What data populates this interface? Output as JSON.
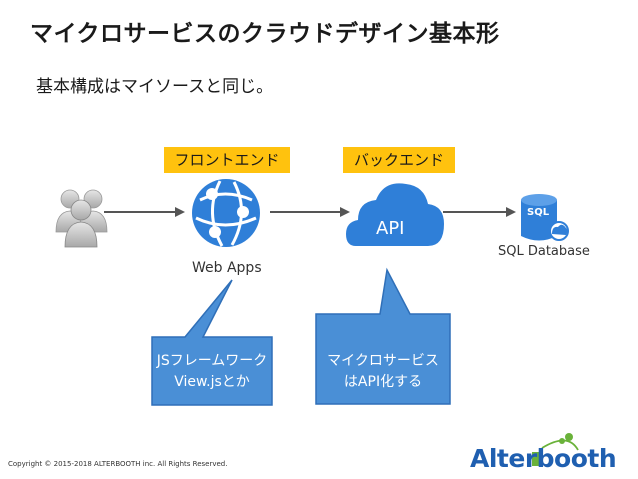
{
  "title": "マイクロサービスのクラウドデザイン基本形",
  "subtitle": "基本構成はマイソースと同じ。",
  "tags": {
    "frontend": "フロントエンド",
    "backend": "バックエンド"
  },
  "nodes": {
    "users_icon": "users-icon",
    "web_apps_label": "Web Apps",
    "api_label": "API",
    "sql_badge": "SQL",
    "sql_label": "SQL Database"
  },
  "callouts": {
    "left": [
      "JSフレームワーク",
      "View.jsとか"
    ],
    "right": [
      "マイクロサービス",
      "はAPI化する"
    ]
  },
  "footer": {
    "copyright": "Copyright © 2015-2018 ALTERBOOTH inc. All Rights Reserved.",
    "logo_text": "Alterbooth"
  },
  "colors": {
    "tag_bg": "#ffc20e",
    "azure_blue": "#2f7fd8",
    "callout_blue": "#4a8fd6",
    "logo_blue": "#1f5fb0",
    "logo_green": "#6ab23a"
  }
}
